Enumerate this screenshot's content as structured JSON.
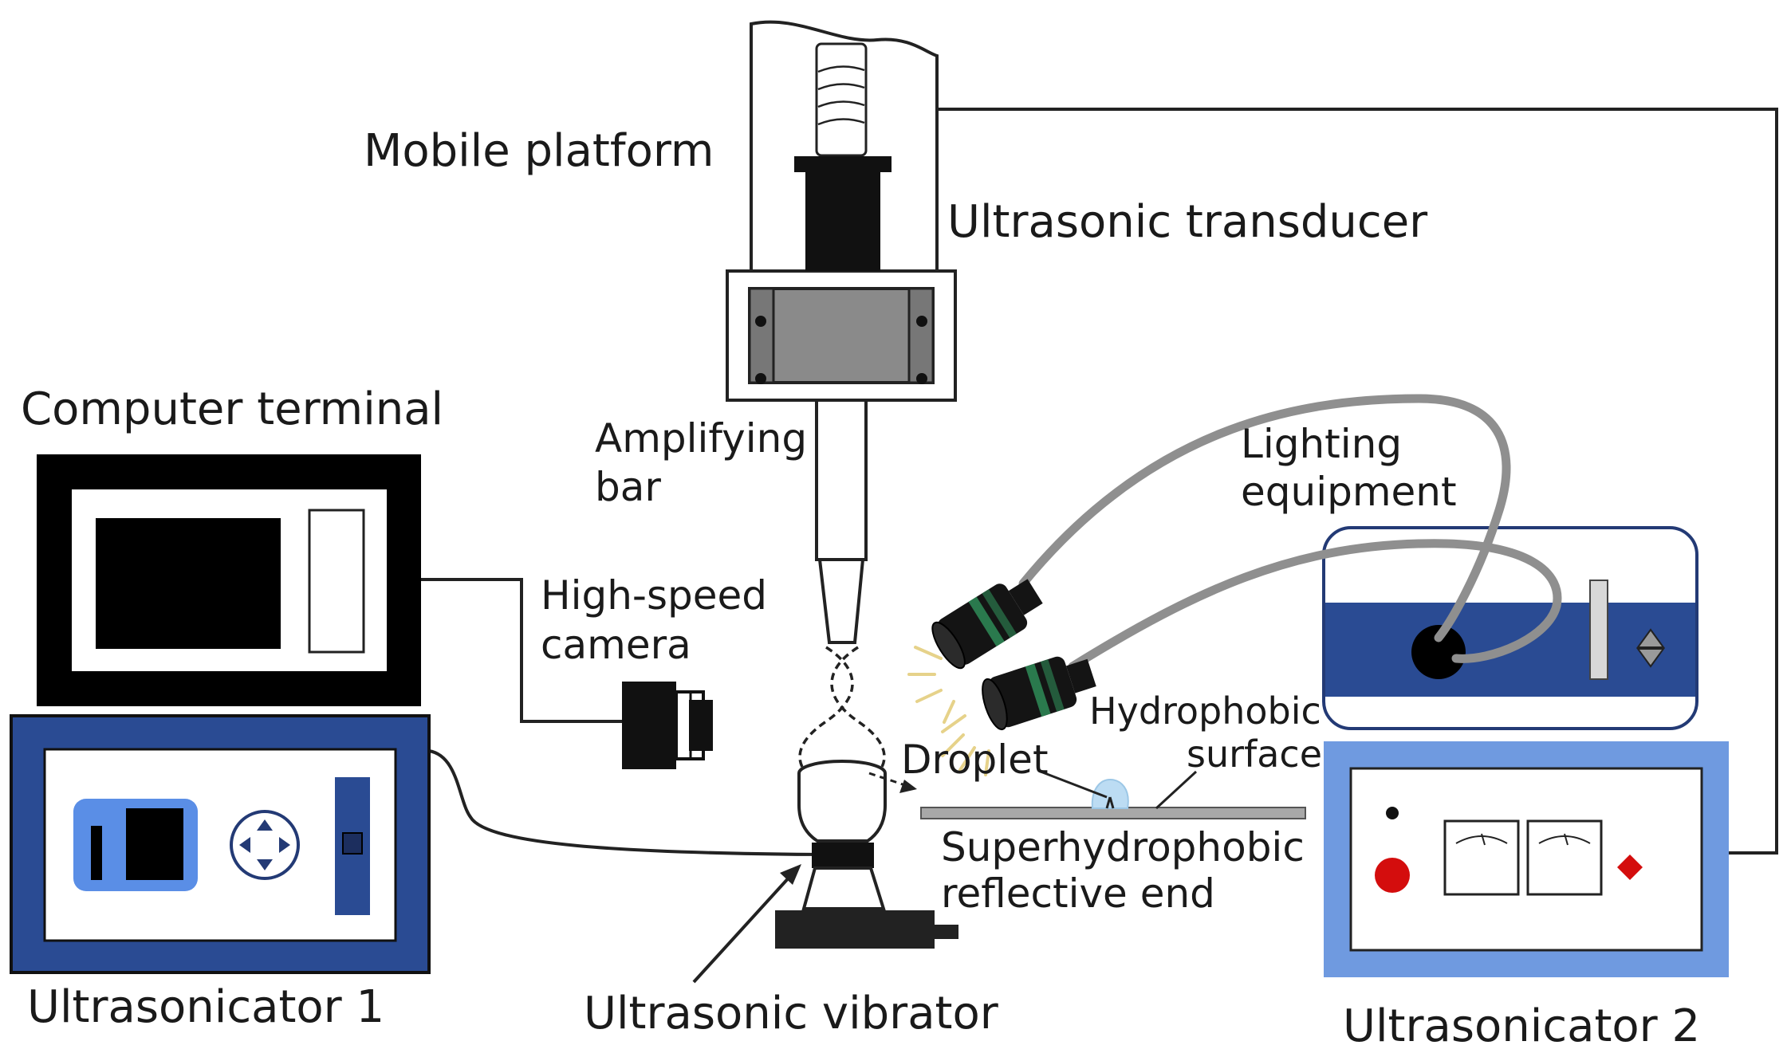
{
  "labels": {
    "mobile_platform": "Mobile platform",
    "ultrasonic_transducer": "Ultrasonic transducer",
    "computer_terminal": "Computer terminal",
    "amplifying_1": "Amplifying",
    "amplifying_2": "bar",
    "lighting_1": "Lighting",
    "lighting_2": "equipment",
    "camera_1": "High-speed",
    "camera_2": "camera",
    "hydrophobic_1": "Hydrophobic",
    "hydrophobic_2": "surface",
    "droplet": "Droplet",
    "super_1": "Superhydrophobic",
    "super_2": "reflective end",
    "ultrasonicator_1": "Ultrasonicator 1",
    "ultrasonic_vibrator": "Ultrasonic vibrator",
    "ultrasonicator_2": "Ultrasonicator 2"
  },
  "colors": {
    "dark_blue": "#233a75",
    "panel_blue": "#2a4b93",
    "light_blue": "#5a8ee6",
    "frame_blue": "#6f9ae0",
    "cable_gray": "#8f8f8f",
    "dark_gray": "#6e6e6e",
    "droplet_blue": "#bcdcf3",
    "red": "#d40d0d",
    "green_ring": "#2e8b57",
    "glow": "#e6d28a"
  }
}
